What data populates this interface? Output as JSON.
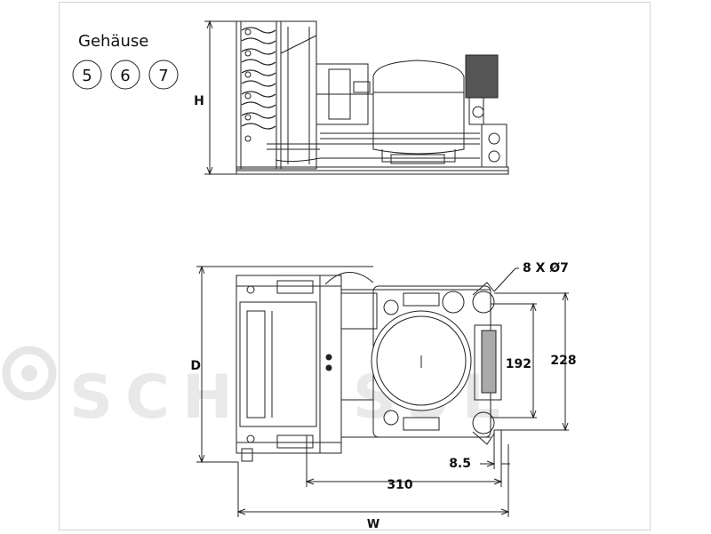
{
  "housing": {
    "label": "Gehäuse",
    "sizes": [
      "5",
      "6",
      "7"
    ]
  },
  "dimensions": {
    "height": "H",
    "depth": "D",
    "width": "W",
    "holes": "8 X Ø7",
    "d192": "192",
    "d228": "228",
    "d8_5": "8.5",
    "d310": "310"
  },
  "watermark": {
    "text": "SCHEESSL"
  }
}
